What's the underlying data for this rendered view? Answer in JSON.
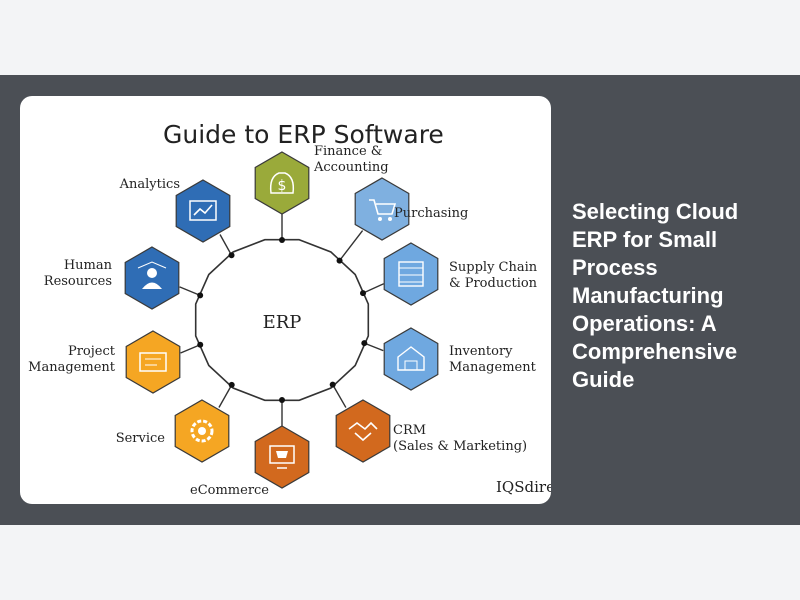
{
  "diagram": {
    "title": "Guide to ERP Software",
    "center": "ERP",
    "credit": "IQSdire",
    "nodes": [
      {
        "lines": [
          "Finance &",
          "Accounting"
        ],
        "icon": "dollar-bag-icon",
        "color": "#9aaa3a"
      },
      {
        "lines": [
          "Purchasing"
        ],
        "icon": "shopping-cart-icon",
        "color": "#7fb0e0"
      },
      {
        "lines": [
          "Supply Chain",
          "& Production"
        ],
        "icon": "factory-icon",
        "color": "#6fa8e0"
      },
      {
        "lines": [
          "Inventory",
          "Management"
        ],
        "icon": "warehouse-icon",
        "color": "#6fa8e0"
      },
      {
        "lines": [
          "CRM",
          "(Sales & Marketing)"
        ],
        "icon": "handshake-icon",
        "color": "#d2691e"
      },
      {
        "lines": [
          "eCommerce"
        ],
        "icon": "monitor-cart-icon",
        "color": "#d2691e"
      },
      {
        "lines": [
          "Service"
        ],
        "icon": "gear-wrench-icon",
        "color": "#f5a623"
      },
      {
        "lines": [
          "Project",
          "Management"
        ],
        "icon": "project-board-icon",
        "color": "#f5a623"
      },
      {
        "lines": [
          "Human",
          "Resources"
        ],
        "icon": "people-icon",
        "color": "#2f6db5"
      },
      {
        "lines": [
          "Analytics"
        ],
        "icon": "analytics-chart-icon",
        "color": "#2f6db5"
      }
    ]
  },
  "headline": "Selecting Cloud ERP for Small Process Manufacturing Operations: A Comprehensive Guide"
}
